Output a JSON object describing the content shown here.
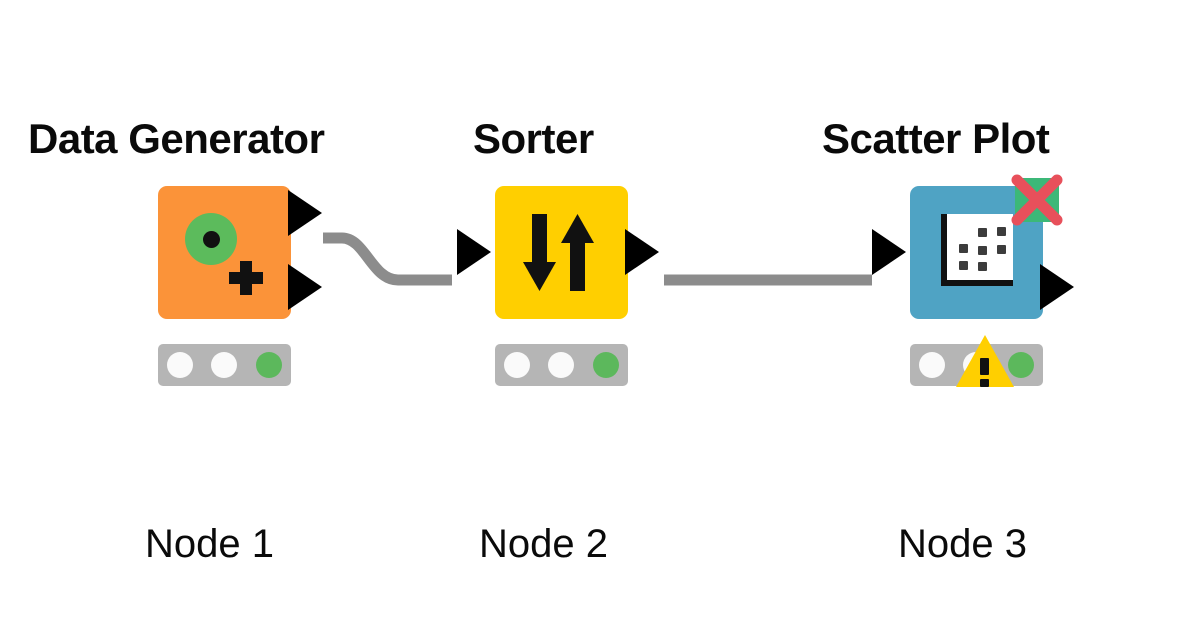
{
  "workflow": {
    "background_color": "#ffffff",
    "connections": [
      {
        "name": "data-generator-to-sorter",
        "from": "Data Generator port 1",
        "to": "Sorter input",
        "style": "curved",
        "color": "#8C8C8C"
      },
      {
        "name": "sorter-to-scatter-plot",
        "from": "Sorter output",
        "to": "Scatter Plot input",
        "style": "straight",
        "color": "#8C8C8C"
      }
    ],
    "nodes": [
      {
        "id": "node1",
        "title": "Data Generator",
        "label": "Node 1",
        "color": "#FB9339",
        "icon": "data-generator-icon",
        "status": {
          "lights": [
            "idle",
            "idle",
            "executed"
          ],
          "active_color": "#5CB85C",
          "idle_color": "#FAFAFA",
          "bar_color": "#B5B5B5",
          "warning": false
        },
        "ports": {
          "inputs": 0,
          "outputs": 2
        }
      },
      {
        "id": "node2",
        "title": "Sorter",
        "label": "Node 2",
        "color": "#FFCF00",
        "icon": "sort-arrows-icon",
        "status": {
          "lights": [
            "idle",
            "idle",
            "executed"
          ],
          "active_color": "#5CB85C",
          "idle_color": "#FAFAFA",
          "bar_color": "#B5B5B5",
          "warning": false
        },
        "ports": {
          "inputs": 1,
          "outputs": 1
        }
      },
      {
        "id": "node3",
        "title": "Scatter Plot",
        "label": "Node 3",
        "color": "#4FA3C4",
        "icon": "scatter-plot-icon",
        "badge": {
          "name": "view-unavailable-badge",
          "square_color": "#3CB878",
          "cross_color": "#E8505B"
        },
        "status": {
          "lights": [
            "idle",
            "warning",
            "executed"
          ],
          "active_color": "#5CB85C",
          "idle_color": "#FAFAFA",
          "bar_color": "#B5B5B5",
          "warning": true,
          "warning_color": "#FFCF00"
        },
        "ports": {
          "inputs": 1,
          "outputs": 1
        }
      }
    ]
  }
}
